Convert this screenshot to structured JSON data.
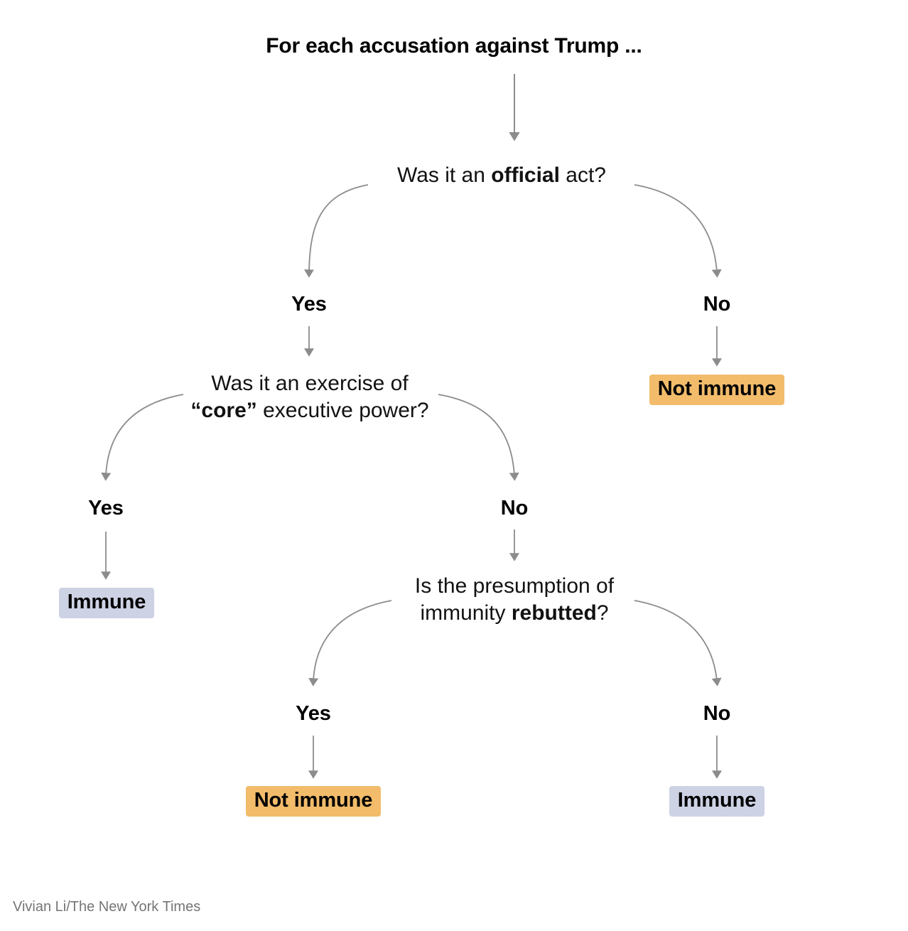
{
  "title": "For each accusation against Trump ...",
  "credit": "Vivian Li/The New York Times",
  "colors": {
    "not_immune_bg": "#F2BC6B",
    "immune_bg": "#CDD2E4",
    "arrow": "#8C8C8C",
    "text": "#121212",
    "credit_text": "#757575",
    "background": "#FFFFFF"
  },
  "chart_data": {
    "type": "diagram",
    "diagram_type": "decision-tree",
    "title": "For each accusation against Trump ...",
    "nodes": [
      {
        "id": "root",
        "kind": "title",
        "text": "For each accusation against Trump ..."
      },
      {
        "id": "q1",
        "kind": "question",
        "text": "Was it an official act?",
        "emphasis": "official"
      },
      {
        "id": "q2",
        "kind": "question",
        "text": "Was it an exercise of “core” executive power?",
        "emphasis": "“core”"
      },
      {
        "id": "q3",
        "kind": "question",
        "text": "Is the presumption of immunity rebutted?",
        "emphasis": "rebutted"
      },
      {
        "id": "out1",
        "kind": "outcome",
        "text": "Not immune",
        "status": "not-immune"
      },
      {
        "id": "out2",
        "kind": "outcome",
        "text": "Immune",
        "status": "immune"
      },
      {
        "id": "out3",
        "kind": "outcome",
        "text": "Not immune",
        "status": "not-immune"
      },
      {
        "id": "out4",
        "kind": "outcome",
        "text": "Immune",
        "status": "immune"
      }
    ],
    "edges": [
      {
        "from": "root",
        "to": "q1",
        "label": ""
      },
      {
        "from": "q1",
        "to": "q2",
        "label": "Yes"
      },
      {
        "from": "q1",
        "to": "out1",
        "label": "No"
      },
      {
        "from": "q2",
        "to": "out2",
        "label": "Yes"
      },
      {
        "from": "q2",
        "to": "q3",
        "label": "No"
      },
      {
        "from": "q3",
        "to": "out3",
        "label": "Yes"
      },
      {
        "from": "q3",
        "to": "out4",
        "label": "No"
      }
    ]
  },
  "q1": {
    "part1": "Was it an ",
    "emph": "official",
    "part2": " act?"
  },
  "q2": {
    "line1": "Was it an exercise of",
    "emph": "“core”",
    "line2_rest": " executive power?"
  },
  "q3": {
    "line1": "Is the presumption of",
    "line2_pre": "immunity ",
    "emph": "rebutted",
    "line2_post": "?"
  },
  "labels": {
    "q1_yes": "Yes",
    "q1_no": "No",
    "q2_yes": "Yes",
    "q2_no": "No",
    "q3_yes": "Yes",
    "q3_no": "No"
  },
  "outcomes": {
    "q1_no_result": "Not immune",
    "q2_yes_result": "Immune",
    "q3_yes_result": "Not immune",
    "q3_no_result": "Immune"
  }
}
